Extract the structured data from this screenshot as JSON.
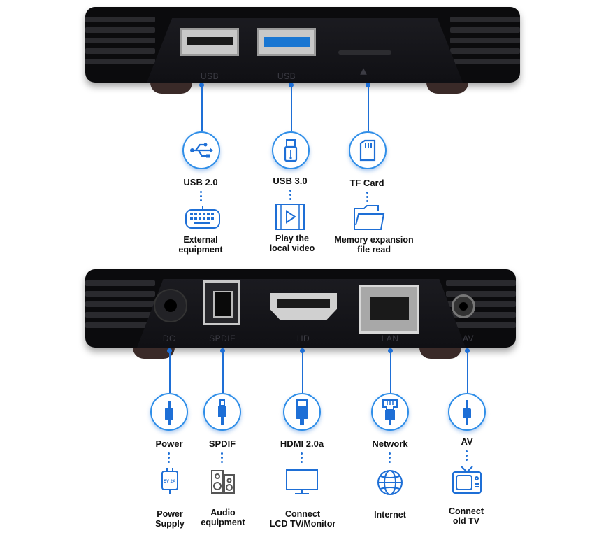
{
  "top_device": {
    "ports": [
      {
        "label": "USB"
      },
      {
        "label": "USB"
      }
    ]
  },
  "bottom_device": {
    "ports": [
      {
        "label": "DC"
      },
      {
        "label": "SPDIF"
      },
      {
        "label": "HD"
      },
      {
        "label": "LAN"
      },
      {
        "label": "AV"
      }
    ]
  },
  "top_features": [
    {
      "title": "USB 2.0",
      "desc_line1": "External",
      "desc_line2": "equipment",
      "icon": "usb-symbol-icon",
      "sub_icon": "keyboard-icon"
    },
    {
      "title": "USB 3.0",
      "desc_line1": "Play the",
      "desc_line2": "local video",
      "icon": "usb-stick-icon",
      "sub_icon": "video-icon"
    },
    {
      "title": "TF Card",
      "desc_line1": "Memory expansion",
      "desc_line2": "file read",
      "icon": "sd-card-icon",
      "sub_icon": "folder-icon"
    }
  ],
  "bottom_features": [
    {
      "title": "Power",
      "desc_line1": "Power",
      "desc_line2": "Supply",
      "icon": "dc-plug-icon",
      "sub_icon": "power-supply-icon",
      "sub_text": "5V 2A"
    },
    {
      "title": "SPDIF",
      "desc_line1": "Audio",
      "desc_line2": "equipment",
      "icon": "optical-plug-icon",
      "sub_icon": "speaker-icon"
    },
    {
      "title": "HDMI 2.0a",
      "desc_line1": "Connect",
      "desc_line2": "LCD TV/Monitor",
      "icon": "hdmi-plug-icon",
      "sub_icon": "monitor-icon"
    },
    {
      "title": "Network",
      "desc_line1": "Internet",
      "desc_line2": "",
      "icon": "ethernet-plug-icon",
      "sub_icon": "globe-icon"
    },
    {
      "title": "AV",
      "desc_line1": "Connect",
      "desc_line2": "old TV",
      "icon": "av-plug-icon",
      "sub_icon": "retro-tv-icon"
    }
  ],
  "colors": {
    "accent": "#1e6fd6",
    "device": "#0b0b0d"
  }
}
